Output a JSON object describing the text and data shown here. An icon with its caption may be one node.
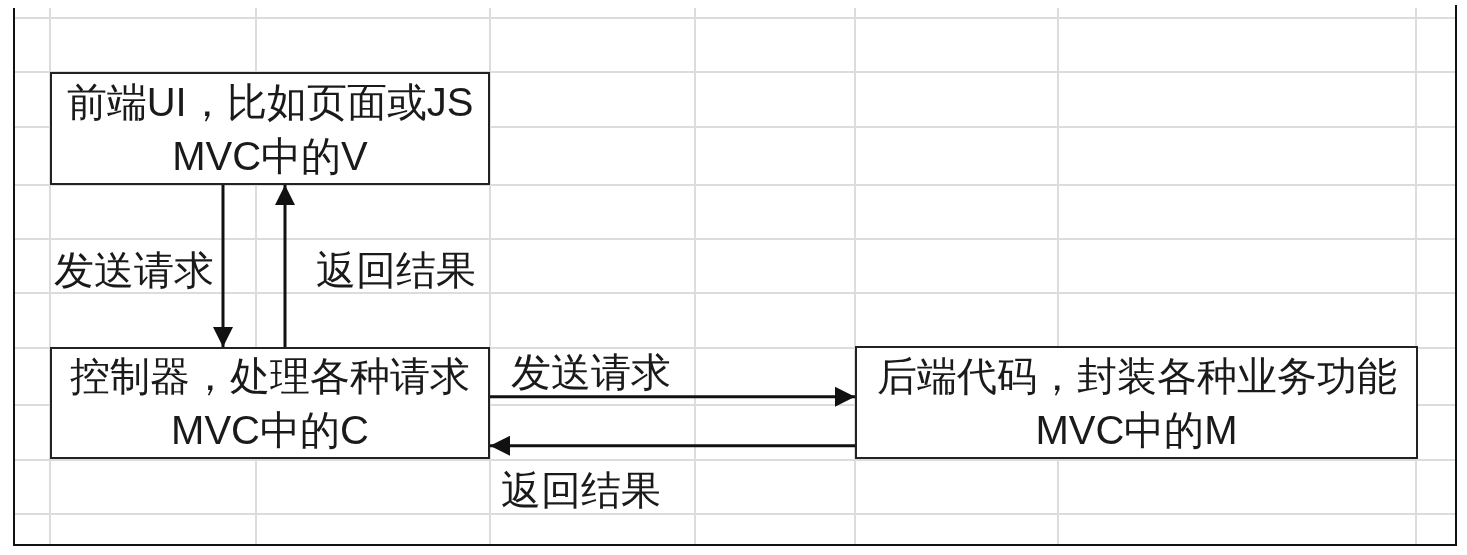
{
  "diagram": {
    "nodes": [
      {
        "text": [
          "前端UI，比如页面或JS",
          "MVC中的V"
        ]
      },
      {
        "text": [
          "控制器，处理各种请求",
          "MVC中的C"
        ]
      },
      {
        "text": [
          "后端代码，封装各种业务功能",
          "MVC中的M"
        ]
      }
    ],
    "edges": [
      {
        "from": 0,
        "to": 1,
        "arrow": "to",
        "label": "发送请求"
      },
      {
        "from": 1,
        "to": 0,
        "arrow": "to",
        "label": "返回结果"
      },
      {
        "from": 1,
        "to": 2,
        "arrow": "to",
        "label": "发送请求"
      },
      {
        "from": 2,
        "to": 1,
        "arrow": "to",
        "label": "返回结果"
      }
    ]
  }
}
